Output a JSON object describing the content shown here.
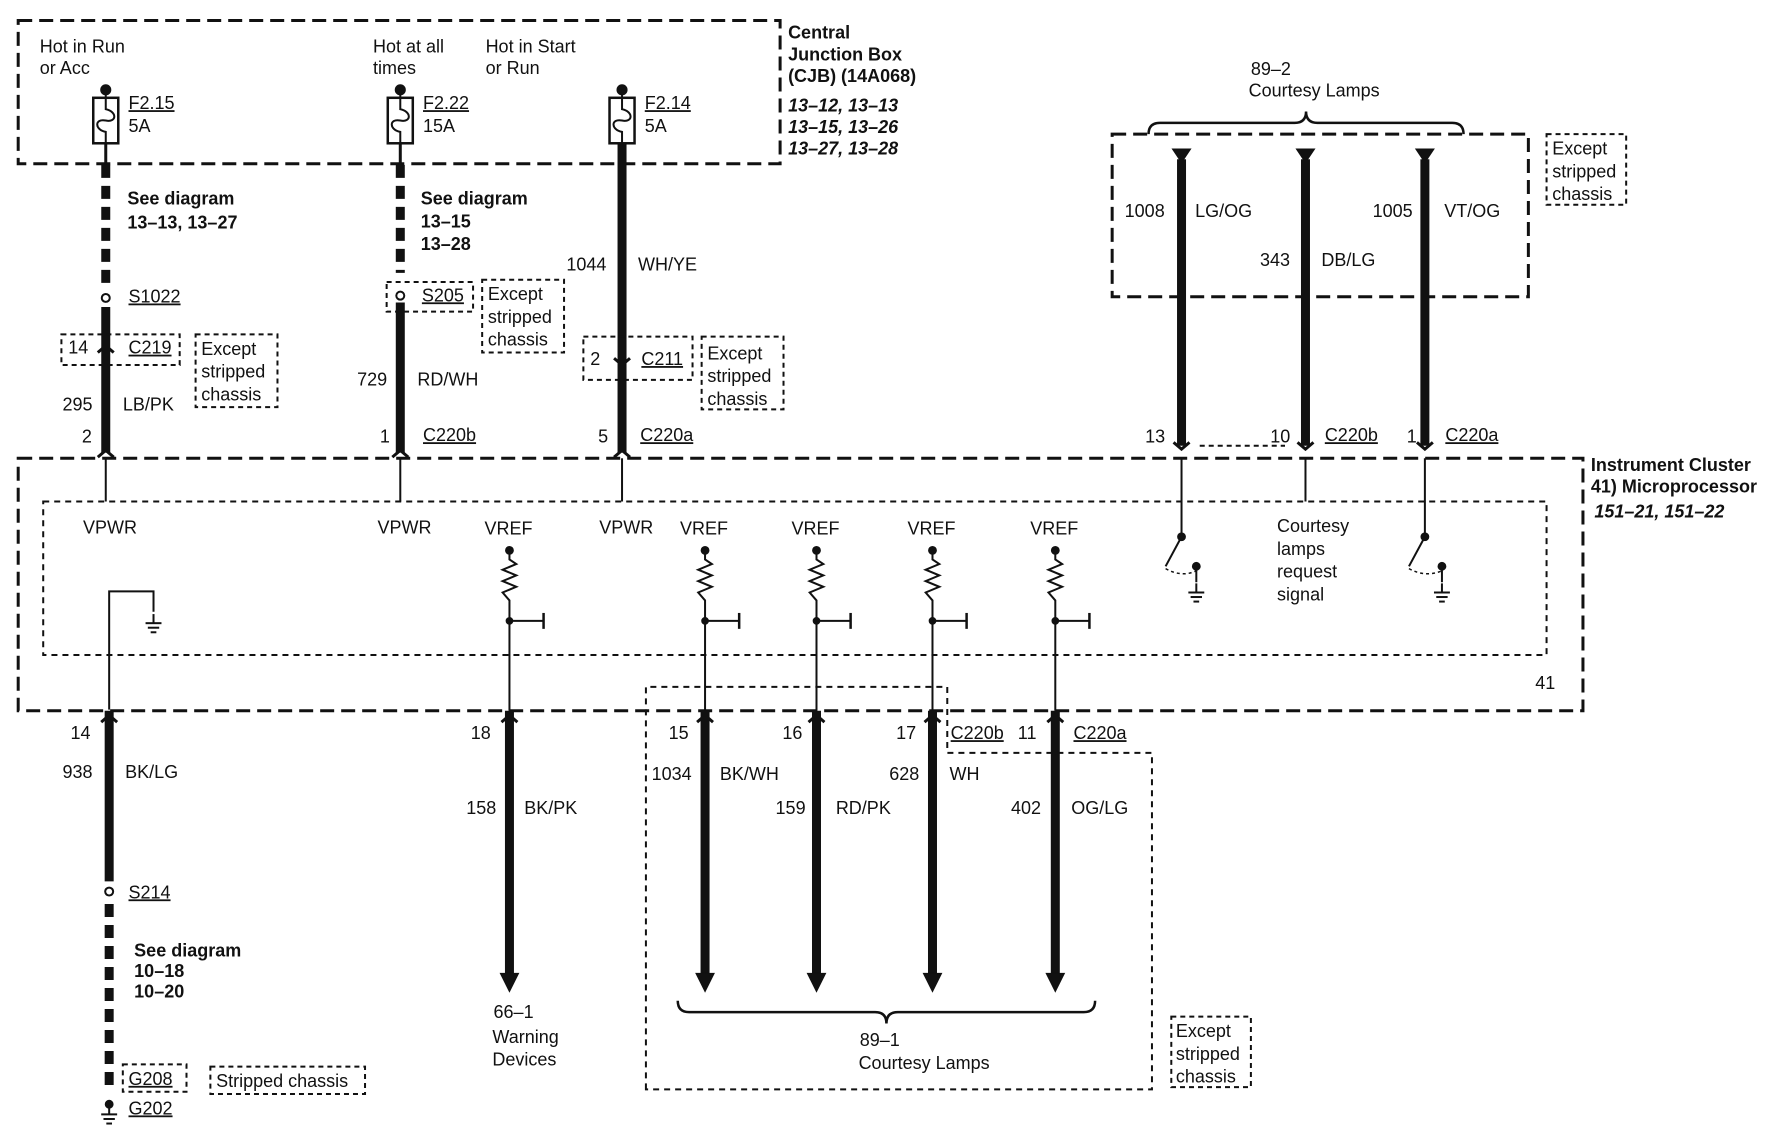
{
  "cjb": {
    "title_lines": [
      "Central",
      "Junction Box",
      "(CJB) (14A068)"
    ],
    "ref_lines": [
      "13–12, 13–13",
      "13–15, 13–26",
      "13–27, 13–28"
    ]
  },
  "power_feeds": [
    {
      "source": [
        "Hot in Run",
        "or Acc"
      ],
      "fuse": "F2.15",
      "amp": "5A",
      "see_diagram": [
        "See diagram",
        "13–13, 13–27"
      ],
      "splice": "S1022",
      "connector": {
        "pin": "14",
        "name": "C219",
        "note": [
          "Except",
          "stripped",
          "chassis"
        ]
      },
      "circuit": "295",
      "color": "LB/PK",
      "cluster_pin": "2",
      "cluster_conn": "",
      "signal": "VPWR"
    },
    {
      "source": [
        "Hot at all",
        "times"
      ],
      "fuse": "F2.22",
      "amp": "15A",
      "see_diagram": [
        "See diagram",
        "13–15",
        "13–28"
      ],
      "splice": "S205",
      "splice_note": [
        "Except",
        "stripped",
        "chassis"
      ],
      "circuit": "729",
      "color": "RD/WH",
      "cluster_pin": "1",
      "cluster_conn": "C220b",
      "signal": "VPWR"
    },
    {
      "source": [
        "Hot in Start",
        "or Run"
      ],
      "fuse": "F2.14",
      "amp": "5A",
      "circuit": "1044",
      "color": "WH/YE",
      "connector": {
        "pin": "2",
        "name": "C211",
        "note": [
          "Except",
          "stripped",
          "chassis"
        ]
      },
      "cluster_pin": "5",
      "cluster_conn": "C220a",
      "signal": "VPWR"
    }
  ],
  "courtesy_top": {
    "ref": "89–2",
    "title": "Courtesy Lamps",
    "note": [
      "Except",
      "stripped",
      "chassis"
    ],
    "wires": [
      {
        "circuit": "1008",
        "color": "LG/OG",
        "pin": "13",
        "conn": ""
      },
      {
        "circuit": "343",
        "color": "DB/LG",
        "pin": "10",
        "conn": "C220b"
      },
      {
        "circuit": "1005",
        "color": "VT/OG",
        "pin": "1",
        "conn": "C220a"
      }
    ]
  },
  "cluster": {
    "title_lines": [
      "Instrument Cluster",
      "41) Microprocessor"
    ],
    "ref": "151–21, 151–22",
    "number": "41",
    "request_label": [
      "Courtesy",
      "lamps",
      "request",
      "signal"
    ]
  },
  "vref_label": "VREF",
  "bottom_wires": [
    {
      "pin": "14",
      "conn": "",
      "circuit": "938",
      "color": "BK/LG"
    },
    {
      "pin": "18",
      "conn": "",
      "circuit": "158",
      "color": "BK/PK"
    },
    {
      "pin": "15",
      "conn": "",
      "circuit": "1034",
      "color": "BK/WH"
    },
    {
      "pin": "16",
      "conn": "",
      "circuit": "159",
      "color": "RD/PK"
    },
    {
      "pin": "17",
      "conn": "C220b",
      "circuit": "628",
      "color": "WH"
    },
    {
      "pin": "11",
      "conn": "C220a",
      "circuit": "402",
      "color": "OG/LG"
    }
  ],
  "ground": {
    "splice": "S214",
    "see_diagram": [
      "See diagram",
      "10–18",
      "10–20"
    ],
    "g1": "G208",
    "g1_note": "Stripped chassis",
    "g2": "G202"
  },
  "warning": {
    "ref": "66–1",
    "lines": [
      "Warning",
      "Devices"
    ]
  },
  "courtesy_bottom": {
    "ref": "89–1",
    "title": "Courtesy Lamps",
    "note": [
      "Except",
      "stripped",
      "chassis"
    ]
  }
}
